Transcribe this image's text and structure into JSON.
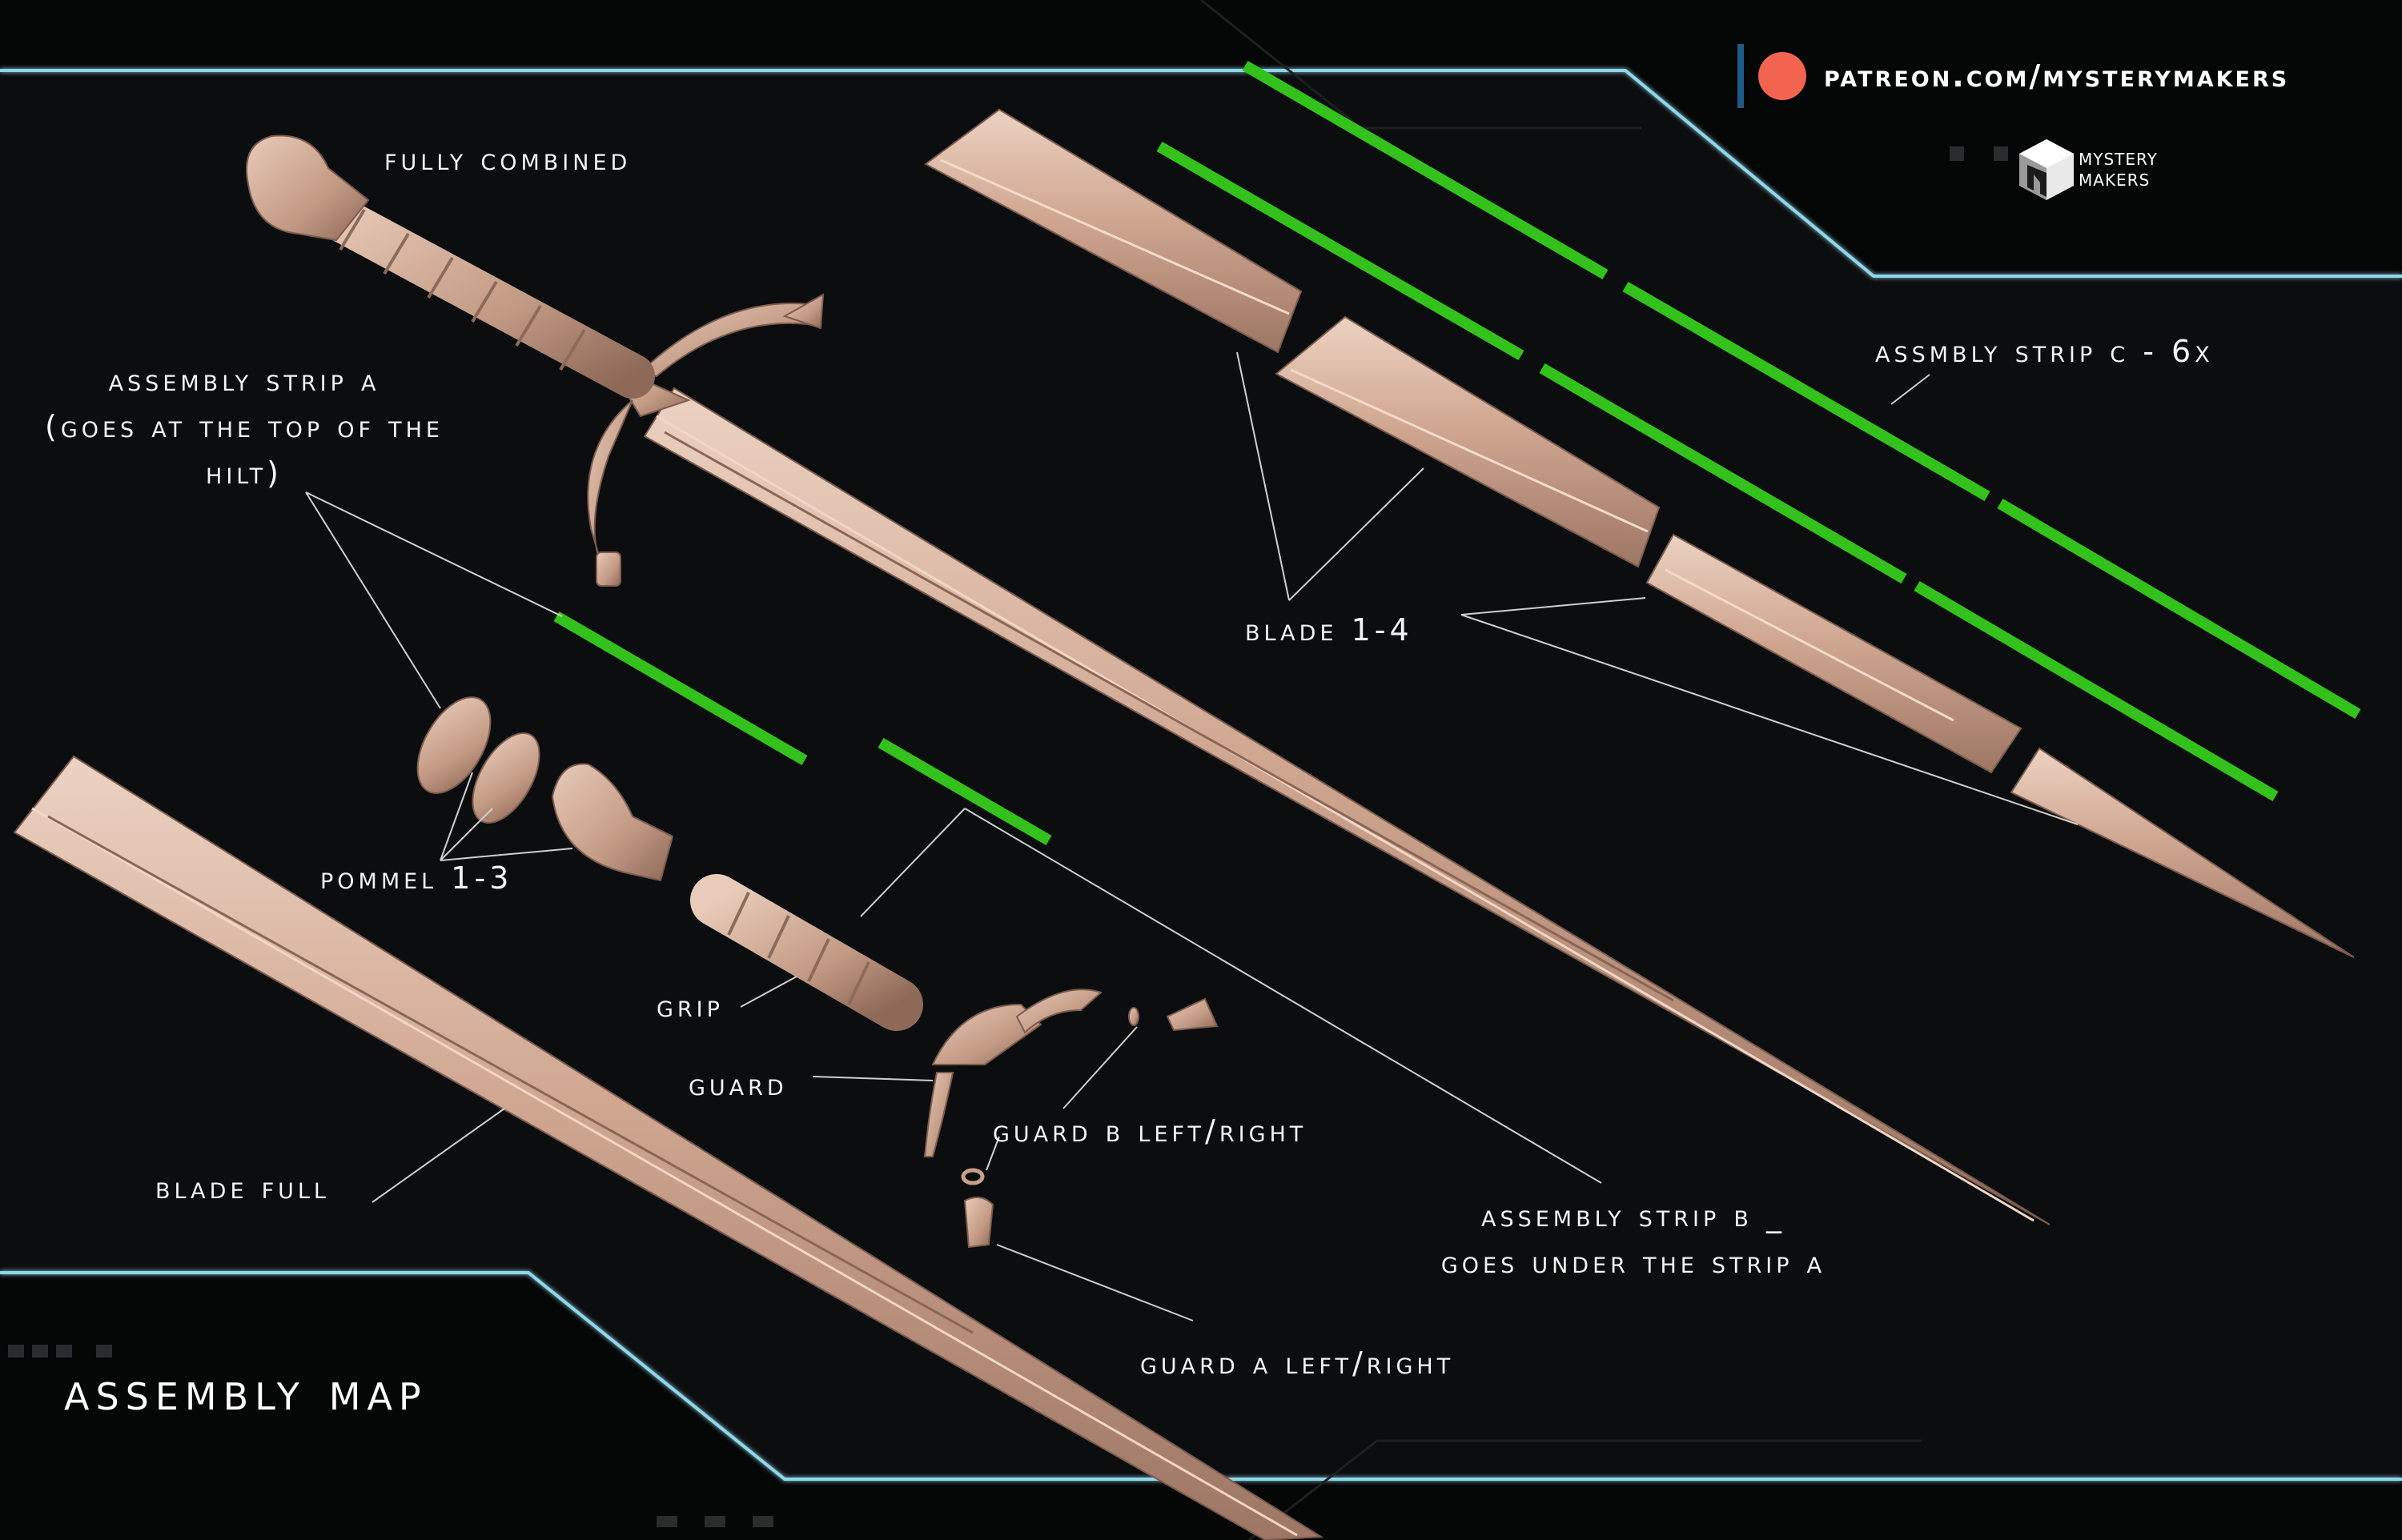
{
  "title": "ASSEMBLY MAP",
  "header": {
    "patreon_url": "PATREON.COM/MYSTERYMAKERS",
    "logo_line1": "MYSTERY",
    "logo_line2": "MAKERS"
  },
  "labels": {
    "fully_combined": "FULLY COMBINED",
    "strip_a_1": "ASSEMBLY STRIP A",
    "strip_a_2": "(GOES AT THE TOP OF THE",
    "strip_a_3": "HILT)",
    "strip_c": "ASSMBLY STRIP C - 6X",
    "blade_1_4": "BLADE 1-4",
    "pommel": "POMMEL 1-3",
    "grip": "GRIP",
    "guard": "GUARD",
    "guard_b": "GUARD B LEFT/RIGHT",
    "blade_full": "BLADE FULL",
    "strip_b_1": "ASSEMBLY STRIP B _",
    "strip_b_2": "GOES UNDER THE STRIP A",
    "guard_a": "GUARD A LEFT/RIGHT"
  },
  "colors": {
    "background": "#0c0d0e",
    "part": "#c9a08a",
    "strip": "#33c21c",
    "frame_glow": "#8fd6e8",
    "patreon": "#f26350"
  }
}
